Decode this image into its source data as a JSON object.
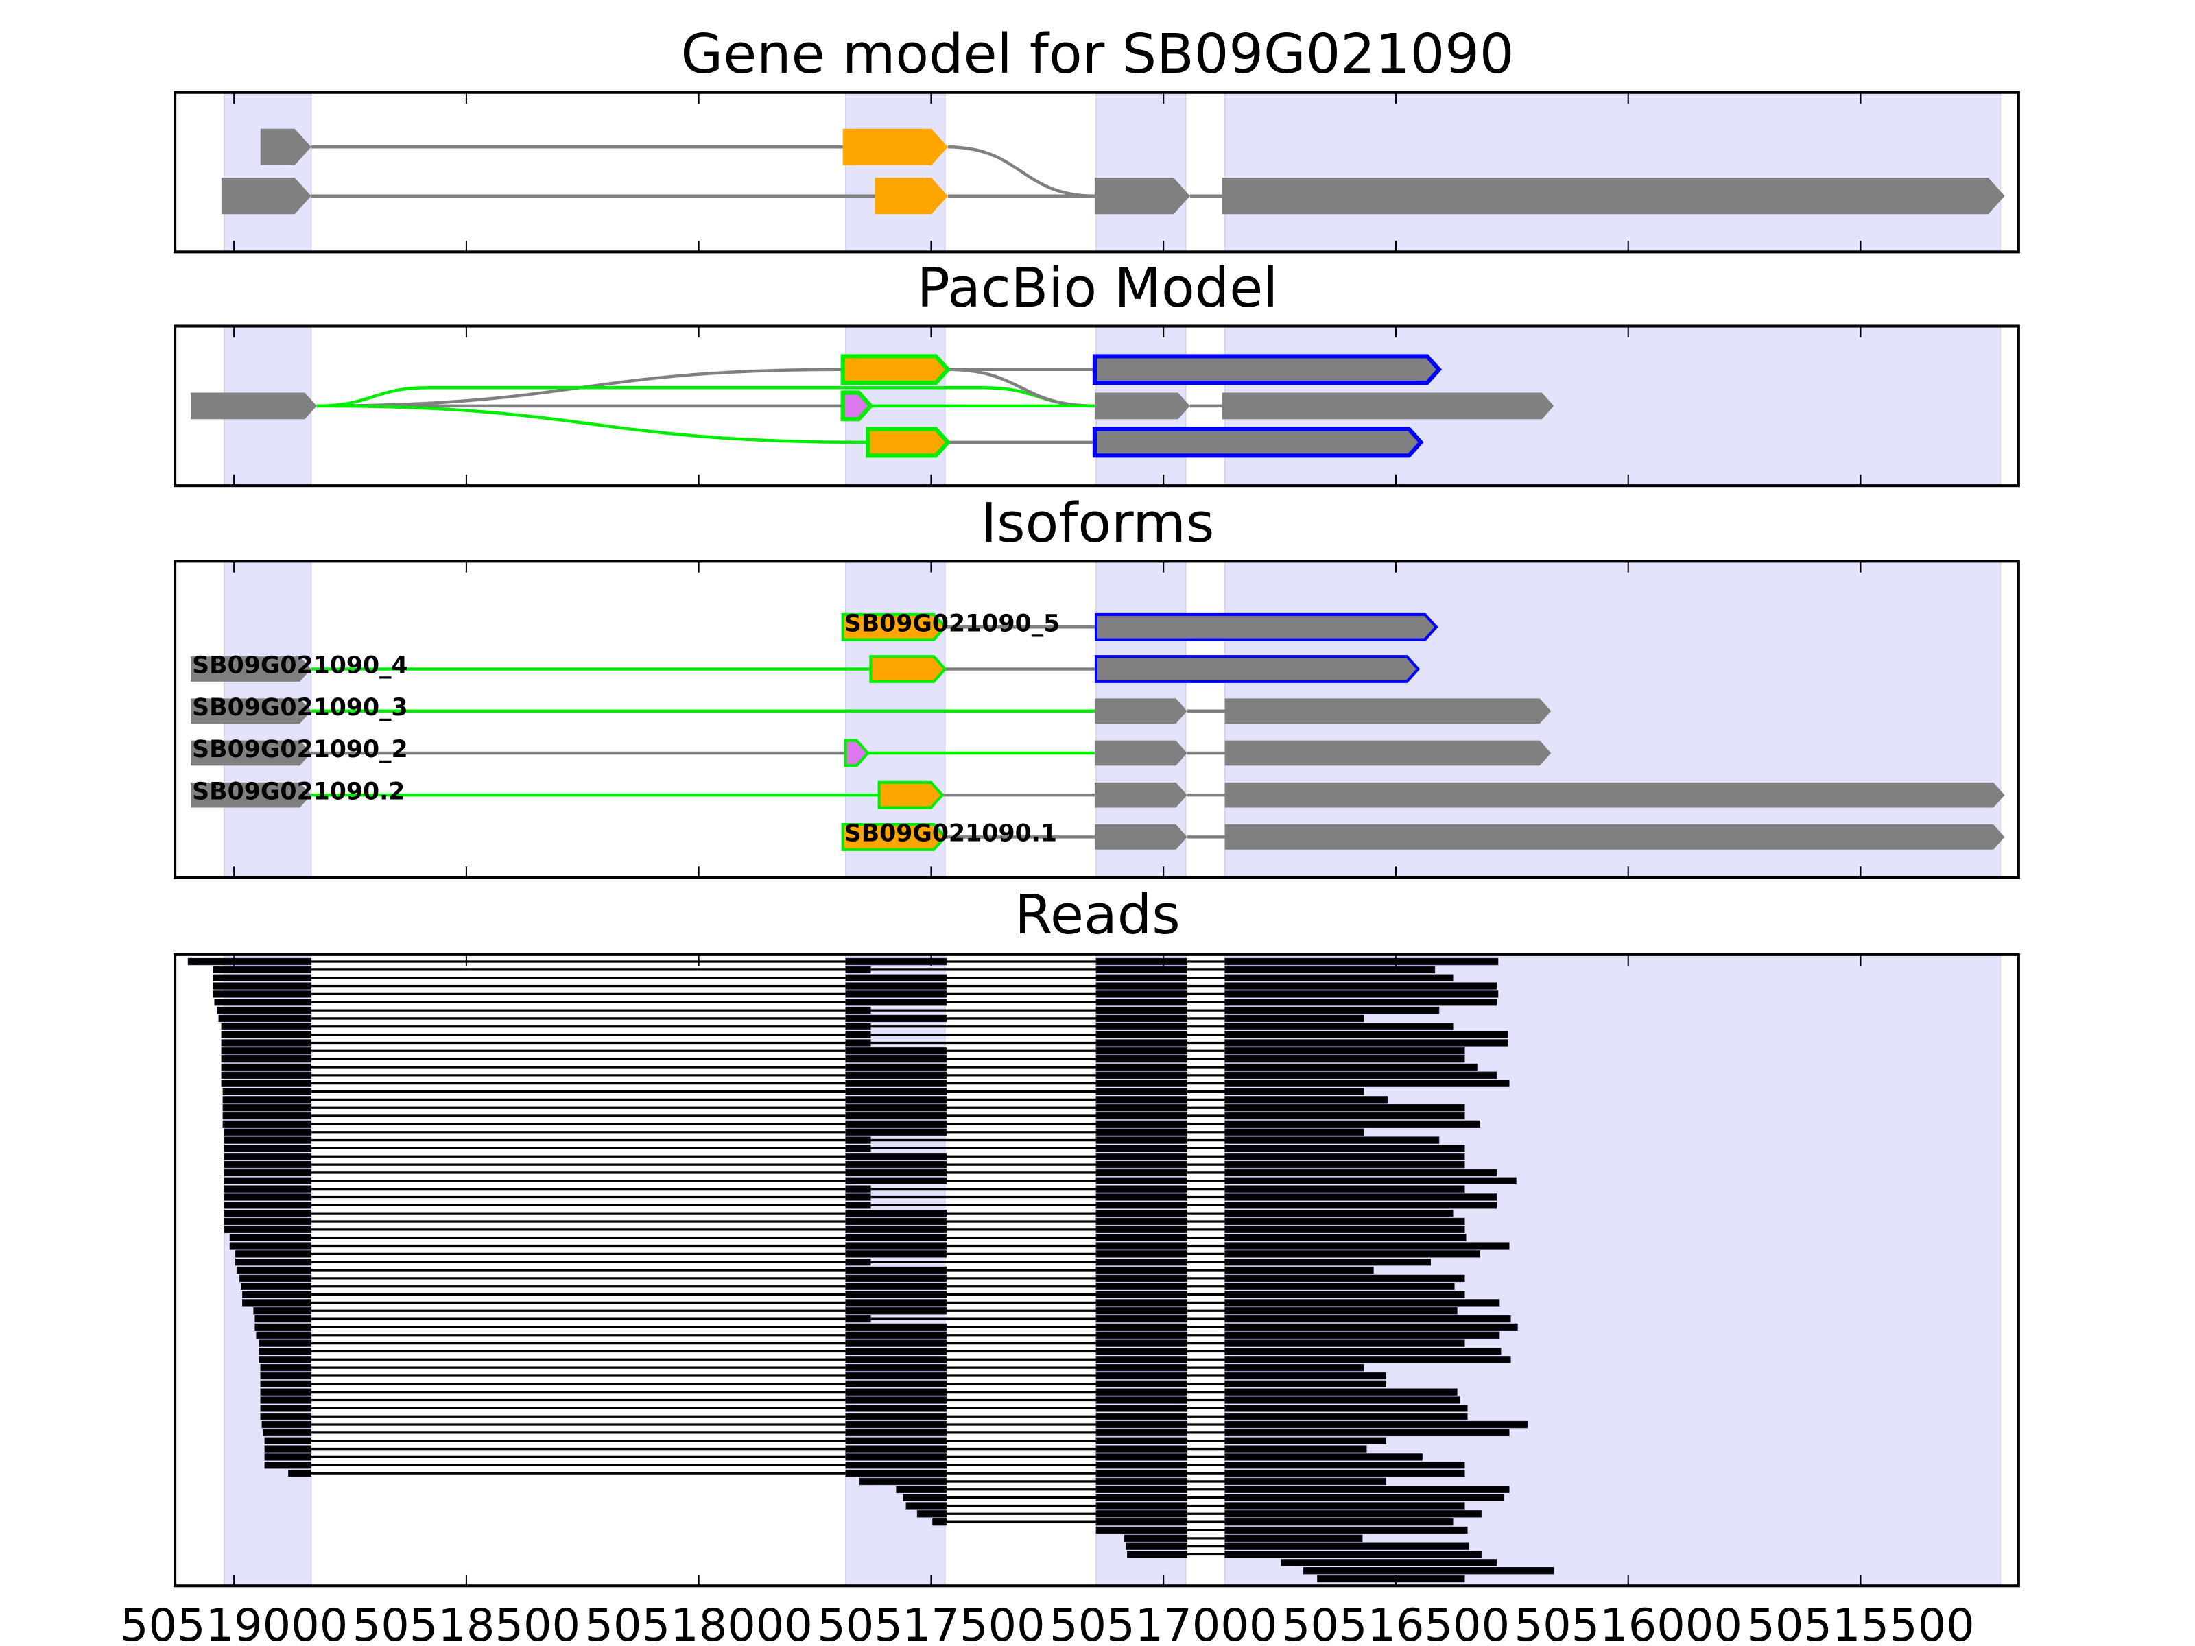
{
  "chart_data": {
    "type": "gene-track",
    "xlim": [
      50519127,
      50515160
    ],
    "x_ticks": [
      50519000,
      50518500,
      50518000,
      50517500,
      50517000,
      50516500,
      50516000,
      50515500
    ],
    "x_tick_labels": [
      "50519000",
      "50518500",
      "50518000",
      "50517500",
      "50517000",
      "50516500",
      "50516000",
      "50515500"
    ],
    "shaded_regions": [
      [
        50519021,
        50518834
      ],
      [
        50517684,
        50517470
      ],
      [
        50517145,
        50516952
      ],
      [
        50516868,
        50515199
      ]
    ],
    "colors": {
      "exon": "#808080",
      "cds": "#ffa500",
      "variant": "#dd77ee",
      "novel_outline": "#00ee00",
      "alt_outline": "#0000ff",
      "band": "#e3e3fc",
      "read": "#000000"
    },
    "panels": [
      {
        "title": "Gene model for SB09G021090",
        "rows": 2,
        "blocks": [
          {
            "row": 0,
            "from": 50518943,
            "to": 50518834,
            "fill": "exon"
          },
          {
            "row": 0,
            "from": 50517690,
            "to": 50517464,
            "fill": "cds"
          },
          {
            "row": 1,
            "from": 50519027,
            "to": 50518834,
            "fill": "exon"
          },
          {
            "row": 1,
            "from": 50517621,
            "to": 50517464,
            "fill": "cds"
          },
          {
            "row": 1,
            "from": 50517148,
            "to": 50516943,
            "fill": "exon"
          },
          {
            "row": 1,
            "from": 50516874,
            "to": 50515190,
            "fill": "exon"
          }
        ],
        "links": [
          {
            "from": 50518834,
            "from_row": 0,
            "to": 50517690,
            "to_row": 0,
            "color": "exon"
          },
          {
            "from": 50517464,
            "from_row": 0,
            "to": 50517148,
            "to_row": 1,
            "color": "exon"
          },
          {
            "from": 50518834,
            "from_row": 1,
            "to": 50517621,
            "to_row": 1,
            "color": "exon"
          },
          {
            "from": 50517464,
            "from_row": 1,
            "to": 50517148,
            "to_row": 1,
            "color": "exon"
          },
          {
            "from": 50516943,
            "from_row": 1,
            "to": 50516874,
            "to_row": 1,
            "color": "exon"
          }
        ],
        "labels": []
      },
      {
        "title": "PacBio Model",
        "rows": 3,
        "blocks": [
          {
            "row": 1,
            "from": 50519093,
            "to": 50518822,
            "fill": "exon"
          },
          {
            "row": 0,
            "from": 50517690,
            "to": 50517464,
            "fill": "cds",
            "stroke": "novel_outline"
          },
          {
            "row": 0,
            "from": 50517148,
            "to": 50516407,
            "fill": "exon",
            "stroke": "alt_outline"
          },
          {
            "row": 1,
            "from": 50517690,
            "to": 50517630,
            "fill": "variant",
            "stroke": "novel_outline"
          },
          {
            "row": 1,
            "from": 50517148,
            "to": 50516943,
            "fill": "exon"
          },
          {
            "row": 1,
            "from": 50516874,
            "to": 50516160,
            "fill": "exon"
          },
          {
            "row": 2,
            "from": 50517636,
            "to": 50517464,
            "fill": "cds",
            "stroke": "novel_outline"
          },
          {
            "row": 2,
            "from": 50517148,
            "to": 50516446,
            "fill": "exon",
            "stroke": "alt_outline"
          }
        ],
        "links": [
          {
            "from": 50518822,
            "from_row": 1,
            "to": 50517690,
            "to_row": 0,
            "color": "exon"
          },
          {
            "from": 50518822,
            "from_row": 1,
            "to": 50517690,
            "to_row": 1,
            "color": "exon"
          },
          {
            "from": 50518822,
            "from_row": 1,
            "to": 50517148,
            "to_row": 1,
            "via_row": 0.5,
            "color": "novel_outline"
          },
          {
            "from": 50518822,
            "from_row": 1,
            "to": 50517636,
            "to_row": 2,
            "color": "novel_outline"
          },
          {
            "from": 50517464,
            "from_row": 0,
            "to": 50517148,
            "to_row": 0,
            "color": "exon"
          },
          {
            "from": 50517464,
            "from_row": 0,
            "to": 50517148,
            "to_row": 1,
            "color": "exon"
          },
          {
            "from": 50517630,
            "from_row": 1,
            "to": 50517148,
            "to_row": 1,
            "color": "novel_outline"
          },
          {
            "from": 50516943,
            "from_row": 1,
            "to": 50516874,
            "to_row": 1,
            "color": "exon"
          },
          {
            "from": 50517464,
            "from_row": 2,
            "to": 50517148,
            "to_row": 2,
            "color": "exon"
          }
        ],
        "labels": []
      },
      {
        "title": "Isoforms",
        "rows": 6,
        "blocks": [
          {
            "row": 0,
            "from": 50517690,
            "to": 50517470,
            "fill": "cds",
            "stroke": "novel_outline"
          },
          {
            "row": 0,
            "from": 50517145,
            "to": 50516413,
            "fill": "exon",
            "stroke": "alt_outline"
          },
          {
            "row": 1,
            "from": 50519093,
            "to": 50518834,
            "fill": "exon"
          },
          {
            "row": 1,
            "from": 50517630,
            "to": 50517470,
            "fill": "cds",
            "stroke": "novel_outline"
          },
          {
            "row": 1,
            "from": 50517145,
            "to": 50516452,
            "fill": "exon",
            "stroke": "alt_outline"
          },
          {
            "row": 2,
            "from": 50519093,
            "to": 50518834,
            "fill": "exon"
          },
          {
            "row": 2,
            "from": 50517148,
            "to": 50516949,
            "fill": "exon"
          },
          {
            "row": 2,
            "from": 50516868,
            "to": 50516166,
            "fill": "exon"
          },
          {
            "row": 3,
            "from": 50519093,
            "to": 50518834,
            "fill": "exon"
          },
          {
            "row": 3,
            "from": 50517684,
            "to": 50517636,
            "fill": "variant",
            "stroke": "novel_outline"
          },
          {
            "row": 3,
            "from": 50517148,
            "to": 50516949,
            "fill": "exon"
          },
          {
            "row": 3,
            "from": 50516868,
            "to": 50516166,
            "fill": "exon"
          },
          {
            "row": 4,
            "from": 50519093,
            "to": 50518834,
            "fill": "exon"
          },
          {
            "row": 4,
            "from": 50517612,
            "to": 50517476,
            "fill": "cds",
            "stroke": "novel_outline"
          },
          {
            "row": 4,
            "from": 50517148,
            "to": 50516949,
            "fill": "exon"
          },
          {
            "row": 4,
            "from": 50516868,
            "to": 50515190,
            "fill": "exon"
          },
          {
            "row": 5,
            "from": 50517690,
            "to": 50517470,
            "fill": "cds",
            "stroke": "novel_outline"
          },
          {
            "row": 5,
            "from": 50517148,
            "to": 50516949,
            "fill": "exon"
          },
          {
            "row": 5,
            "from": 50516868,
            "to": 50515190,
            "fill": "exon"
          }
        ],
        "links": [
          {
            "from": 50517470,
            "from_row": 0,
            "to": 50517145,
            "to_row": 0,
            "color": "exon"
          },
          {
            "from": 50518834,
            "from_row": 1,
            "to": 50517630,
            "to_row": 1,
            "color": "novel_outline"
          },
          {
            "from": 50517470,
            "from_row": 1,
            "to": 50517145,
            "to_row": 1,
            "color": "exon"
          },
          {
            "from": 50518834,
            "from_row": 2,
            "to": 50517148,
            "to_row": 2,
            "color": "novel_outline"
          },
          {
            "from": 50516949,
            "from_row": 2,
            "to": 50516868,
            "to_row": 2,
            "color": "exon"
          },
          {
            "from": 50518834,
            "from_row": 3,
            "to": 50517684,
            "to_row": 3,
            "color": "exon"
          },
          {
            "from": 50517636,
            "from_row": 3,
            "to": 50517148,
            "to_row": 3,
            "color": "novel_outline"
          },
          {
            "from": 50516949,
            "from_row": 3,
            "to": 50516868,
            "to_row": 3,
            "color": "exon"
          },
          {
            "from": 50518834,
            "from_row": 4,
            "to": 50517612,
            "to_row": 4,
            "color": "novel_outline"
          },
          {
            "from": 50517476,
            "from_row": 4,
            "to": 50517148,
            "to_row": 4,
            "color": "exon"
          },
          {
            "from": 50516949,
            "from_row": 4,
            "to": 50516868,
            "to_row": 4,
            "color": "exon"
          },
          {
            "from": 50517470,
            "from_row": 5,
            "to": 50517148,
            "to_row": 5,
            "color": "exon"
          },
          {
            "from": 50516949,
            "from_row": 5,
            "to": 50516868,
            "to_row": 5,
            "color": "exon"
          }
        ],
        "labels": [
          {
            "row": 0,
            "at": 50517687,
            "text": "SB09G021090_5"
          },
          {
            "row": 1,
            "at": 50519090,
            "text": "SB09G021090_4"
          },
          {
            "row": 2,
            "at": 50519090,
            "text": "SB09G021090_3"
          },
          {
            "row": 3,
            "at": 50519090,
            "text": "SB09G021090_2"
          },
          {
            "row": 4,
            "at": 50519090,
            "text": "SB09G021090.2"
          },
          {
            "row": 5,
            "at": 50517687,
            "text": "SB09G021090.1"
          }
        ]
      },
      {
        "title": "Reads",
        "read_exon_bins": [
          [
            1000000000000.0,
            50518834
          ],
          [
            50517684,
            50517467
          ],
          [
            50517145,
            50516949
          ],
          [
            50516868,
            -1000000000000.0
          ]
        ],
        "short_exon2_end": 50517630,
        "reads_columns": [
          "start",
          "end",
          "short_exon2"
        ],
        "reads": [
          [
            50519099,
            50516280,
            0
          ],
          [
            50519045,
            50516416,
            1
          ],
          [
            50519045,
            50516377,
            0
          ],
          [
            50519045,
            50516283,
            0
          ],
          [
            50519045,
            50516280,
            0
          ],
          [
            50519042,
            50516283,
            0
          ],
          [
            50519036,
            50516407,
            1
          ],
          [
            50519033,
            50516569,
            0
          ],
          [
            50519027,
            50516377,
            1
          ],
          [
            50519027,
            50516259,
            1
          ],
          [
            50519027,
            50516259,
            1
          ],
          [
            50519027,
            50516352,
            0
          ],
          [
            50519027,
            50516352,
            0
          ],
          [
            50519027,
            50516325,
            0
          ],
          [
            50519027,
            50516283,
            0
          ],
          [
            50519027,
            50516256,
            0
          ],
          [
            50519024,
            50516569,
            0
          ],
          [
            50519024,
            50516518,
            0
          ],
          [
            50519024,
            50516352,
            0
          ],
          [
            50519024,
            50516352,
            0
          ],
          [
            50519024,
            50516319,
            0
          ],
          [
            50519021,
            50516569,
            0
          ],
          [
            50519021,
            50516407,
            1
          ],
          [
            50519021,
            50516352,
            1
          ],
          [
            50519021,
            50516352,
            0
          ],
          [
            50519021,
            50516352,
            0
          ],
          [
            50519021,
            50516283,
            0
          ],
          [
            50519021,
            50516241,
            0
          ],
          [
            50519021,
            50516352,
            1
          ],
          [
            50519021,
            50516283,
            1
          ],
          [
            50519021,
            50516283,
            1
          ],
          [
            50519021,
            50516377,
            0
          ],
          [
            50519021,
            50516352,
            0
          ],
          [
            50519021,
            50516352,
            0
          ],
          [
            50519009,
            50516349,
            0
          ],
          [
            50519009,
            50516256,
            0
          ],
          [
            50518997,
            50516319,
            0
          ],
          [
            50518997,
            50516425,
            1
          ],
          [
            50518994,
            50516548,
            0
          ],
          [
            50518988,
            50516352,
            0
          ],
          [
            50518985,
            50516374,
            0
          ],
          [
            50518982,
            50516352,
            0
          ],
          [
            50518982,
            50516277,
            0
          ],
          [
            50518958,
            50516368,
            0
          ],
          [
            50518955,
            50516253,
            1
          ],
          [
            50518955,
            50516238,
            0
          ],
          [
            50518952,
            50516277,
            0
          ],
          [
            50518946,
            50516352,
            0
          ],
          [
            50518946,
            50516274,
            0
          ],
          [
            50518946,
            50516253,
            0
          ],
          [
            50518943,
            50516569,
            0
          ],
          [
            50518943,
            50516521,
            0
          ],
          [
            50518943,
            50516521,
            0
          ],
          [
            50518943,
            50516368,
            0
          ],
          [
            50518943,
            50516362,
            0
          ],
          [
            50518943,
            50516346,
            0
          ],
          [
            50518943,
            50516346,
            0
          ],
          [
            50518940,
            50516217,
            0
          ],
          [
            50518937,
            50516256,
            0
          ],
          [
            50518934,
            50516521,
            0
          ],
          [
            50518934,
            50516563,
            0
          ],
          [
            50518934,
            50516443,
            0
          ],
          [
            50518934,
            50516352,
            0
          ],
          [
            50518883,
            50516352,
            0
          ],
          [
            50517654,
            50516521,
            0
          ],
          [
            50517575,
            50516256,
            0
          ],
          [
            50517560,
            50516268,
            0
          ],
          [
            50517554,
            50516352,
            0
          ],
          [
            50517530,
            50516316,
            0
          ],
          [
            50517497,
            50516377,
            0
          ],
          [
            50517148,
            50516346,
            0
          ],
          [
            50517084,
            50516572,
            0
          ],
          [
            50517081,
            50516343,
            0
          ],
          [
            50517078,
            50516316,
            0
          ],
          [
            50516747,
            50516283,
            0
          ],
          [
            50516699,
            50516160,
            0
          ],
          [
            50516669,
            50516352,
            0
          ]
        ]
      }
    ]
  }
}
